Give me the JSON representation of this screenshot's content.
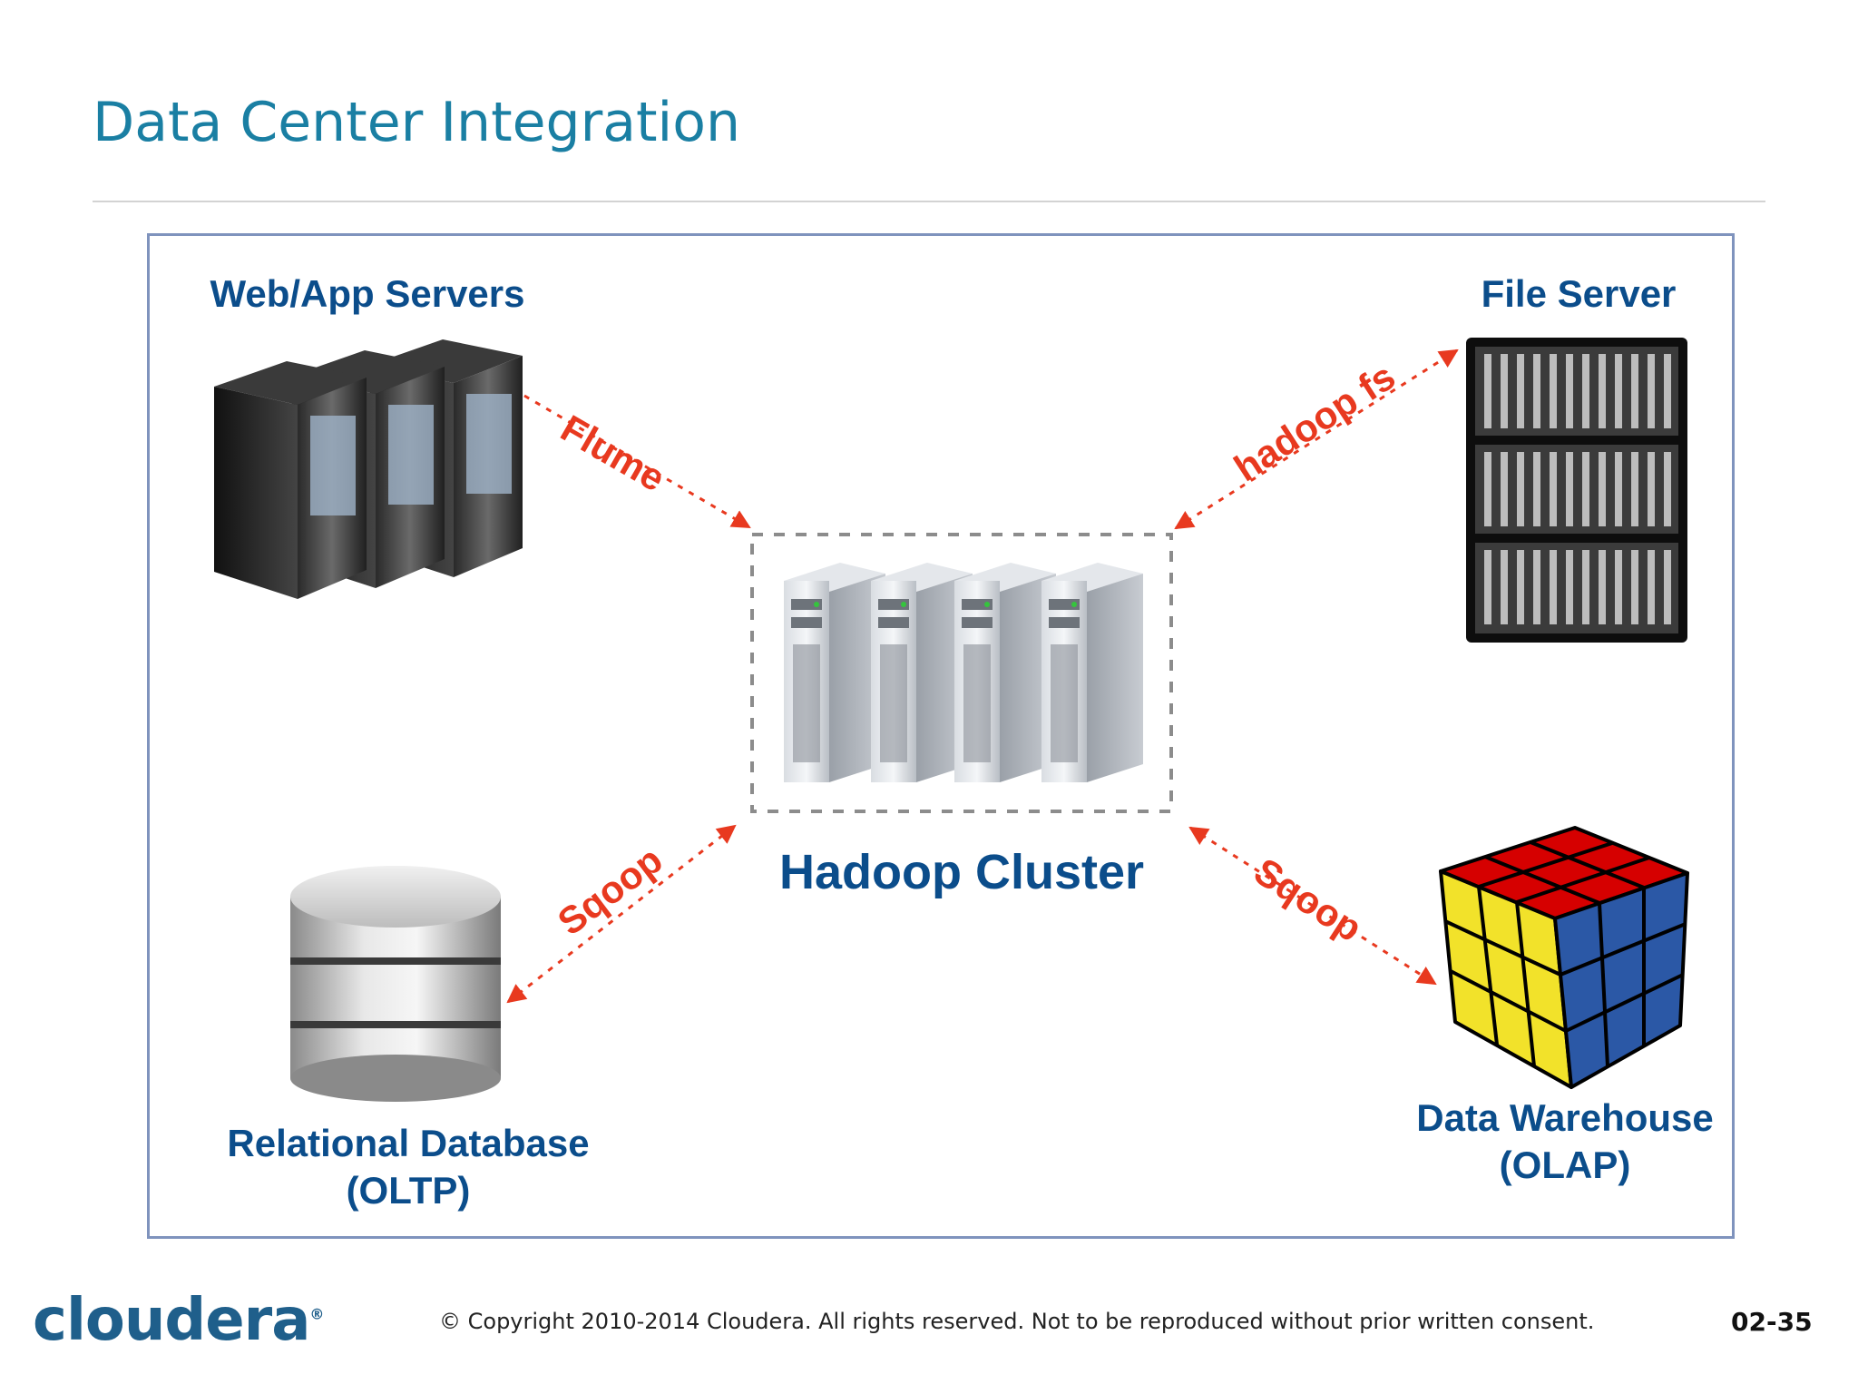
{
  "slide": {
    "title": "Data Center Integration",
    "page_number": "02-35",
    "footer": "© Copyright 2010-2014 Cloudera. All rights reserved. Not to be reproduced without prior written consent.",
    "logo_text": "cloudera"
  },
  "nodes": {
    "web_app_servers": "Web/App Servers",
    "file_server": "File Server",
    "hadoop_cluster": "Hadoop Cluster",
    "relational_db_line1": "Relational Database",
    "relational_db_line2": "(OLTP)",
    "data_warehouse_line1": "Data Warehouse",
    "data_warehouse_line2": "(OLAP)"
  },
  "edges": {
    "flume": "Flume",
    "hadoop_fs": "hadoop fs",
    "sqoop_left": "Sqoop",
    "sqoop_right": "Sqoop"
  },
  "colors": {
    "title": "#1a7fa3",
    "node_label": "#0b4d8b",
    "edge": "#e8391f",
    "frame": "#7f93bd"
  },
  "icons": [
    "tower-servers-icon",
    "rack-server-icon",
    "server-cluster-icon",
    "database-icon",
    "olap-cube-icon"
  ]
}
